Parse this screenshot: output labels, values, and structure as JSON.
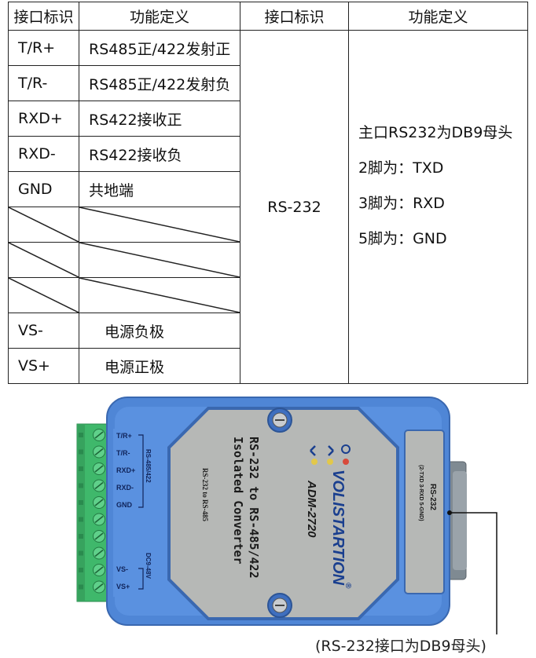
{
  "headers": [
    "接口标识",
    "功能定义",
    "接口标识",
    "功能定义"
  ],
  "rows": [
    {
      "pin": "T/R+",
      "func": "RS485正/422发射正"
    },
    {
      "pin": "T/R-",
      "func": "RS485正/422发射负"
    },
    {
      "pin": "RXD+",
      "func": "RS422接收正"
    },
    {
      "pin": "RXD-",
      "func": "RS422接收负"
    },
    {
      "pin": "GND",
      "func": "共地端"
    },
    {
      "pin": "",
      "func": ""
    },
    {
      "pin": "",
      "func": ""
    },
    {
      "pin": "",
      "func": ""
    },
    {
      "pin": "VS-",
      "func": "电源负极"
    },
    {
      "pin": "VS+",
      "func": "电源正极"
    }
  ],
  "rs232_pin": "RS-232",
  "rs232_lines": [
    "主口RS232为DB9母头",
    "2脚为：TXD",
    "3脚为：RXD",
    "5脚为：GND"
  ],
  "device": {
    "terminal_labels": [
      "T/R+",
      "T/R-",
      "RXD+",
      "RXD-",
      "GND",
      "VS-",
      "VS+"
    ],
    "bus_label": "RS-485/422",
    "power_label": "DC9-48V",
    "title_line1": "RS-232 to RS-485/422",
    "title_line2": "Isolated Converter",
    "subtitle": "RS-232 to RS-485",
    "brand": "VOLISTARTION",
    "model": "ADM-2720",
    "port_label": "RS-232",
    "port_pins": "(2-TXD 3-RXD 5-GND)",
    "registered": "®"
  },
  "caption": "(RS-232接口为DB9母头)",
  "colors": {
    "body": "#4f86d6",
    "panel": "#b6b8b6",
    "terminal": "#3fb86b",
    "text_blue": "#1a3f8f"
  }
}
